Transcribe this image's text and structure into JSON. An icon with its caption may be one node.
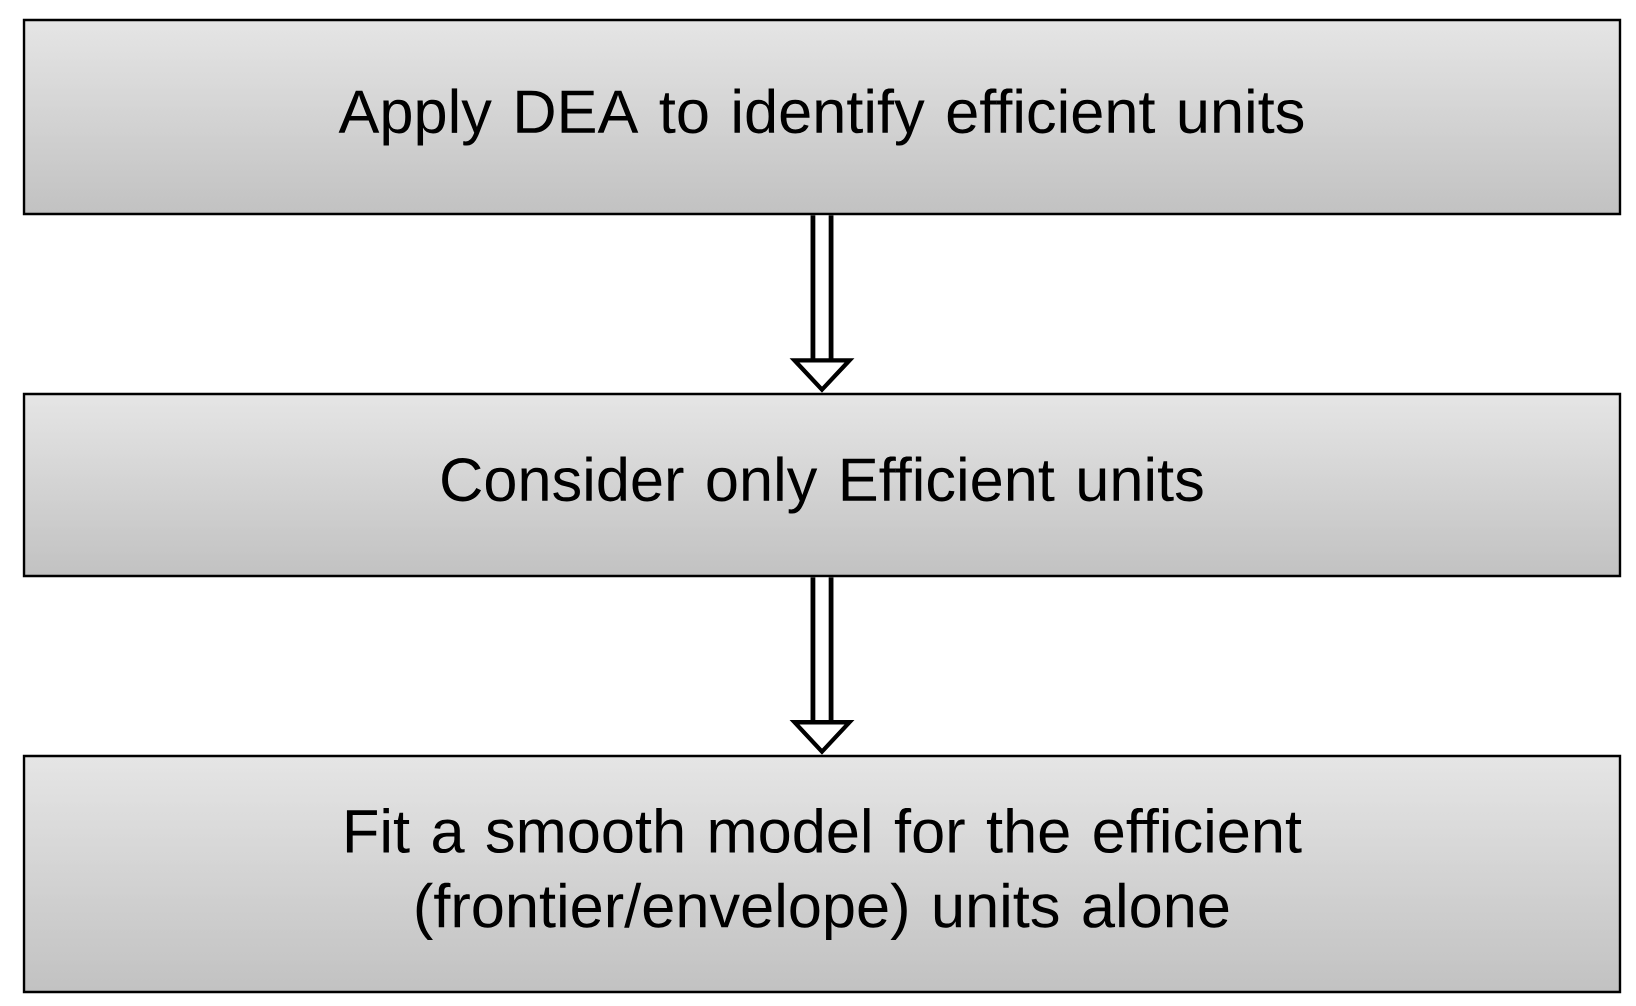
{
  "diagram": {
    "nodes": [
      {
        "text": [
          "Apply DEA to identify efficient units"
        ]
      },
      {
        "text": [
          "Consider only Efficient units"
        ]
      },
      {
        "text": [
          "Fit a smooth model for the efficient (frontier/envelope) units alone"
        ]
      }
    ],
    "edges": [
      {
        "from": 0,
        "to": 1,
        "arrow": "to"
      },
      {
        "from": 1,
        "to": 2,
        "arrow": "to"
      }
    ]
  }
}
